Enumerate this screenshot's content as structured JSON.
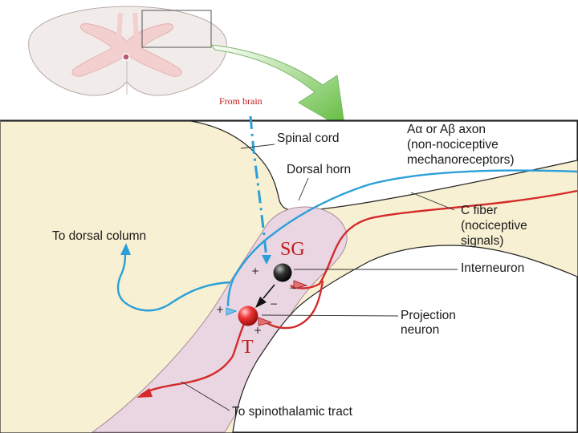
{
  "colors": {
    "tissue": "#f8f0d2",
    "horn": "#e9d6e2",
    "blue_fiber": "#2a9fd8",
    "red_fiber": "#d42a2a",
    "green_arrow": "#6fc24a",
    "cord_gray": "#f1ecea",
    "cord_pink": "#f3d0d0"
  },
  "labels": {
    "from_brain": "From brain",
    "spinal_cord": "Spinal cord",
    "dorsal_horn": "Dorsal horn",
    "a_axon_line1": "Aα or Aβ axon",
    "a_axon_line2": "(non-nociceptive",
    "a_axon_line3": "mechanoreceptors)",
    "c_fiber_line1": "C fiber",
    "c_fiber_line2": "(nociceptive",
    "c_fiber_line3": "signals)",
    "to_dorsal_column": "To dorsal column",
    "interneuron": "Interneuron",
    "projection_line1": "Projection",
    "projection_line2": "neuron",
    "to_spinothalamic": "To spinothalamic tract",
    "sg": "SG",
    "t": "T"
  },
  "signs": {
    "plus": "+",
    "minus": "−"
  },
  "icons": {
    "interneuron_cell": "black-sphere-icon",
    "projection_cell": "red-sphere-icon",
    "inset_arrow": "green-arrow-icon"
  }
}
